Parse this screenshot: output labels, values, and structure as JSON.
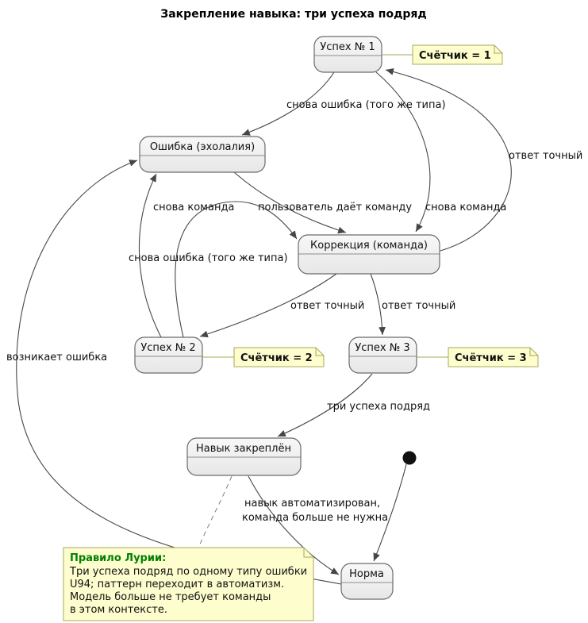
{
  "title": "Закрепление навыка: три успеха подряд",
  "colors": {
    "note_fill": "#FDFDCE",
    "note_border": "#A8A857",
    "state_border": "#6b6b6b",
    "edge": "#454645",
    "luria_title": "#008000"
  },
  "states": {
    "success1": {
      "label": "Успех № 1"
    },
    "error": {
      "label": "Ошибка (эхолалия)"
    },
    "correction": {
      "label": "Коррекция (команда)"
    },
    "success2": {
      "label": "Успех № 2"
    },
    "success3": {
      "label": "Успех № 3"
    },
    "consolidated": {
      "label": "Навык закреплён"
    },
    "norm": {
      "label": "Норма"
    }
  },
  "notes": {
    "counter1": {
      "label": "Счётчик = 1"
    },
    "counter2": {
      "label": "Счётчик = 2"
    },
    "counter3": {
      "label": "Счётчик = 3"
    },
    "luria": {
      "title": "Правило Лурии:",
      "lines": [
        "Три успеха подряд по одному типу ошибки",
        "U94; паттерн переходит в автоматизм.",
        "Модель больше не требует команды",
        "в этом контексте."
      ]
    }
  },
  "edges": {
    "again_error_after_1": "снова ошибка (того же типа)",
    "again_command_after_1": "снова команда",
    "again_error_after_2": "снова ошибка (того же типа)",
    "again_command_after_2": "снова команда",
    "user_gives_command": "пользователь даёт команду",
    "exact_answer_1": "ответ точный",
    "exact_answer_2": "ответ точный",
    "exact_answer_3": "ответ точный",
    "error_occurs": "возникает ошибка",
    "three_successes": "три успеха подряд",
    "automated_1": "навык автоматизирован,",
    "automated_2": "команда больше не нужна"
  }
}
